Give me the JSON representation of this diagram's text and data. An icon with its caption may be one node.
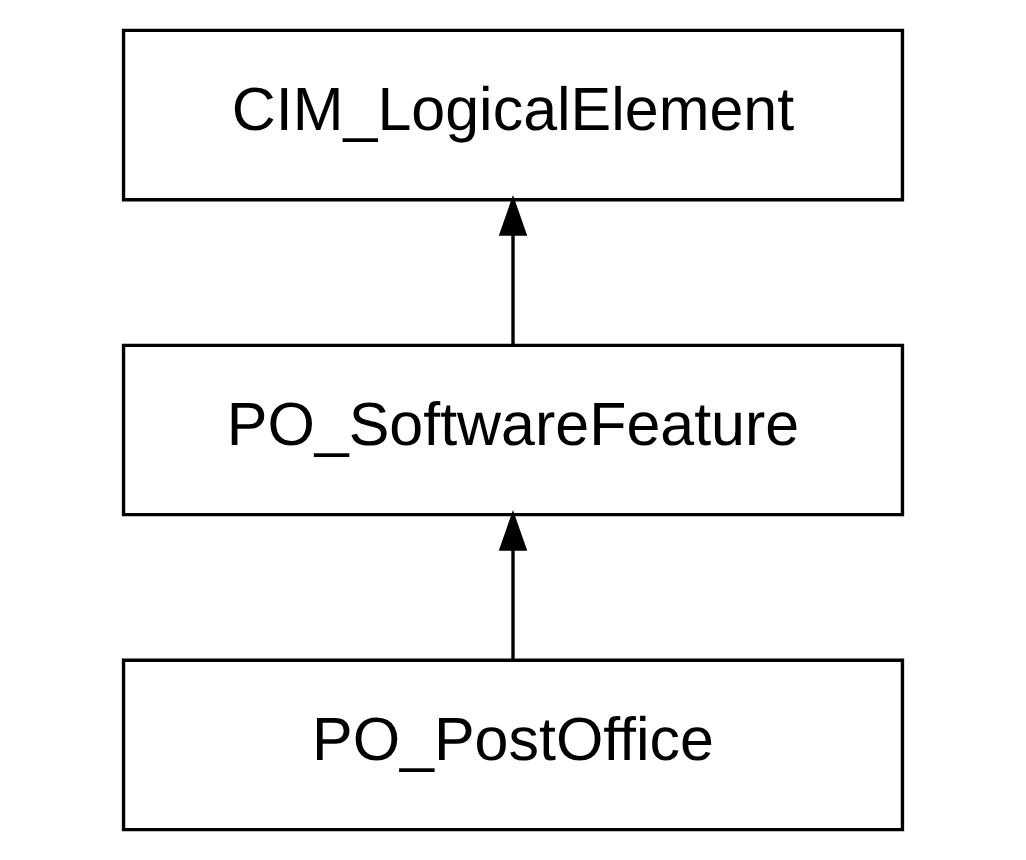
{
  "diagram": {
    "nodes": [
      {
        "text": [
          "CIM_LogicalElement"
        ]
      },
      {
        "text": [
          "PO_SoftwareFeature"
        ]
      },
      {
        "text": [
          "PO_PostOffice"
        ]
      }
    ],
    "edges": [
      {
        "from": 1,
        "to": 0,
        "arrow": "to"
      },
      {
        "from": 2,
        "to": 1,
        "arrow": "to"
      }
    ]
  }
}
